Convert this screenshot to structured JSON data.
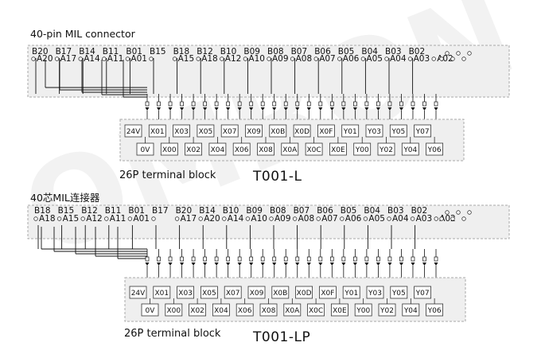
{
  "watermark": "OMRON",
  "diagrams": [
    {
      "heading": "40-pin MIL connector",
      "connector_top_labels": [
        "B20",
        "B17",
        "B14",
        "B11",
        "B01",
        "B15",
        "B18",
        "B12",
        "B10",
        "B09",
        "B08",
        "B07",
        "B06",
        "B05",
        "B04",
        "B03",
        "B02"
      ],
      "connector_bottom_labels": [
        "A20",
        "A17",
        "A14",
        "A11",
        "A01",
        "",
        "A15",
        "A18",
        "A12",
        "A10",
        "A09",
        "A08",
        "A07",
        "A06",
        "A05",
        "A04",
        "A03",
        "A02"
      ],
      "terminal_upper_row": [
        "24V",
        "X01",
        "X03",
        "X05",
        "X07",
        "X09",
        "X0B",
        "X0D",
        "X0F",
        "Y01",
        "Y03",
        "Y05",
        "Y07"
      ],
      "terminal_lower_row": [
        "0V",
        "X00",
        "X02",
        "X04",
        "X06",
        "X08",
        "X0A",
        "X0C",
        "X0E",
        "Y00",
        "Y02",
        "Y04",
        "Y06"
      ],
      "terminal_label": "26P terminal block",
      "model": "T001-L"
    },
    {
      "heading": "40芯MIL连接器",
      "connector_top_labels": [
        "B18",
        "B15",
        "B12",
        "B11",
        "B01",
        "B17",
        "B20",
        "B14",
        "B10",
        "B09",
        "B08",
        "B07",
        "B06",
        "B05",
        "B04",
        "B03",
        "B02"
      ],
      "connector_bottom_labels": [
        "A18",
        "A15",
        "A12",
        "A11",
        "A01",
        "",
        "A17",
        "A20",
        "A14",
        "A10",
        "A09",
        "A08",
        "A07",
        "A06",
        "A05",
        "A04",
        "A03",
        "A02"
      ],
      "terminal_upper_row": [
        "24V",
        "X01",
        "X03",
        "X05",
        "X07",
        "X09",
        "X0B",
        "X0D",
        "X0F",
        "Y01",
        "Y03",
        "Y05",
        "Y07"
      ],
      "terminal_lower_row": [
        "0V",
        "X00",
        "X02",
        "X04",
        "X06",
        "X08",
        "X0A",
        "X0C",
        "X0E",
        "Y00",
        "Y02",
        "Y04",
        "Y06"
      ],
      "terminal_label": "26P terminal block",
      "model": "T001-LP"
    }
  ]
}
